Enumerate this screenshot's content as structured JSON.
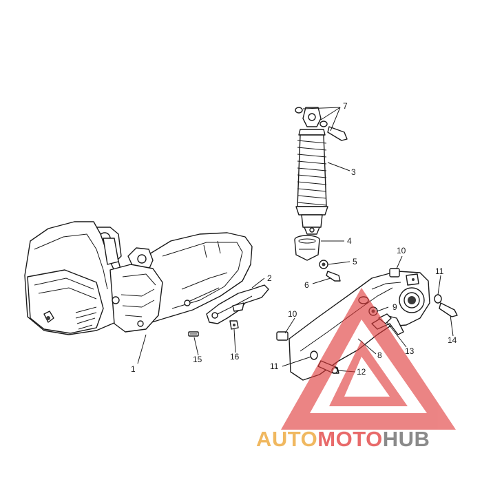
{
  "diagram": {
    "callouts": [
      {
        "id": "1",
        "text": "1"
      },
      {
        "id": "2",
        "text": "2"
      },
      {
        "id": "3",
        "text": "3"
      },
      {
        "id": "4",
        "text": "4"
      },
      {
        "id": "5",
        "text": "5"
      },
      {
        "id": "6",
        "text": "6"
      },
      {
        "id": "7",
        "text": "7"
      },
      {
        "id": "8",
        "text": "8"
      },
      {
        "id": "9",
        "text": "9"
      },
      {
        "id": "10a",
        "text": "10"
      },
      {
        "id": "10b",
        "text": "10"
      },
      {
        "id": "11a",
        "text": "11"
      },
      {
        "id": "11b",
        "text": "11"
      },
      {
        "id": "12",
        "text": "12"
      },
      {
        "id": "13",
        "text": "13"
      },
      {
        "id": "14",
        "text": "14"
      },
      {
        "id": "15",
        "text": "15"
      },
      {
        "id": "16",
        "text": "16"
      }
    ]
  },
  "watermark": {
    "part1": "AUTO",
    "part2": "MOTO",
    "part3": "HUB",
    "colors": {
      "part1": "#f0b860",
      "part2": "#e86a6a",
      "part3": "#8a8a8a",
      "triangle": "#e03a3a"
    }
  }
}
